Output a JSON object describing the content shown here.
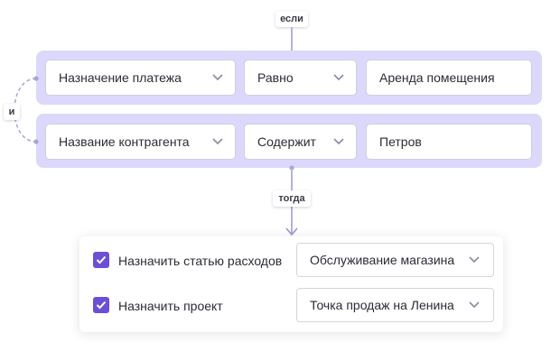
{
  "labels": {
    "if": "если",
    "and": "и",
    "then": "тогда"
  },
  "conditions": [
    {
      "field": "Назначение платежа",
      "operator": "Равно",
      "value": "Аренда помещения"
    },
    {
      "field": "Название контрагента",
      "operator": "Содержит",
      "value": "Петров"
    }
  ],
  "actions": [
    {
      "label": "Назначить статью расходов",
      "checked": true,
      "value": "Обслуживание магазина"
    },
    {
      "label": "Назначить проект",
      "checked": true,
      "value": "Точка продаж на Ленина"
    }
  ],
  "colors": {
    "accent": "#6d4fd6",
    "panel": "#dcd8fb",
    "connector": "#b6b0dc"
  }
}
